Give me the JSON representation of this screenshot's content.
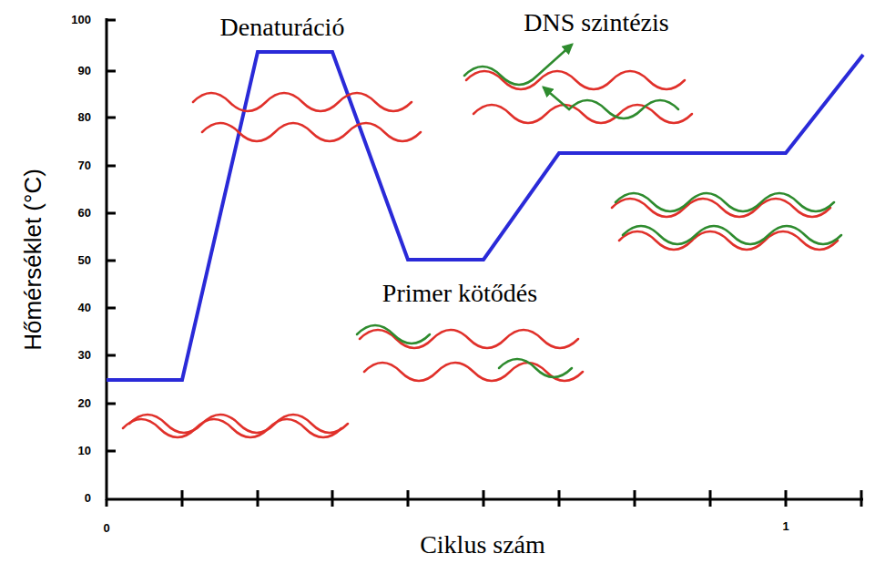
{
  "diagram": {
    "labels": [
      "Denaturáció",
      "DNS szintézis",
      "Primer kötődés",
      "Hőmérséklet (°C)",
      "Ciklus szám",
      "100",
      "90",
      "80",
      "70",
      "60",
      "50",
      "40",
      "30",
      "20",
      "10",
      "0",
      "0",
      "1"
    ]
  }
}
